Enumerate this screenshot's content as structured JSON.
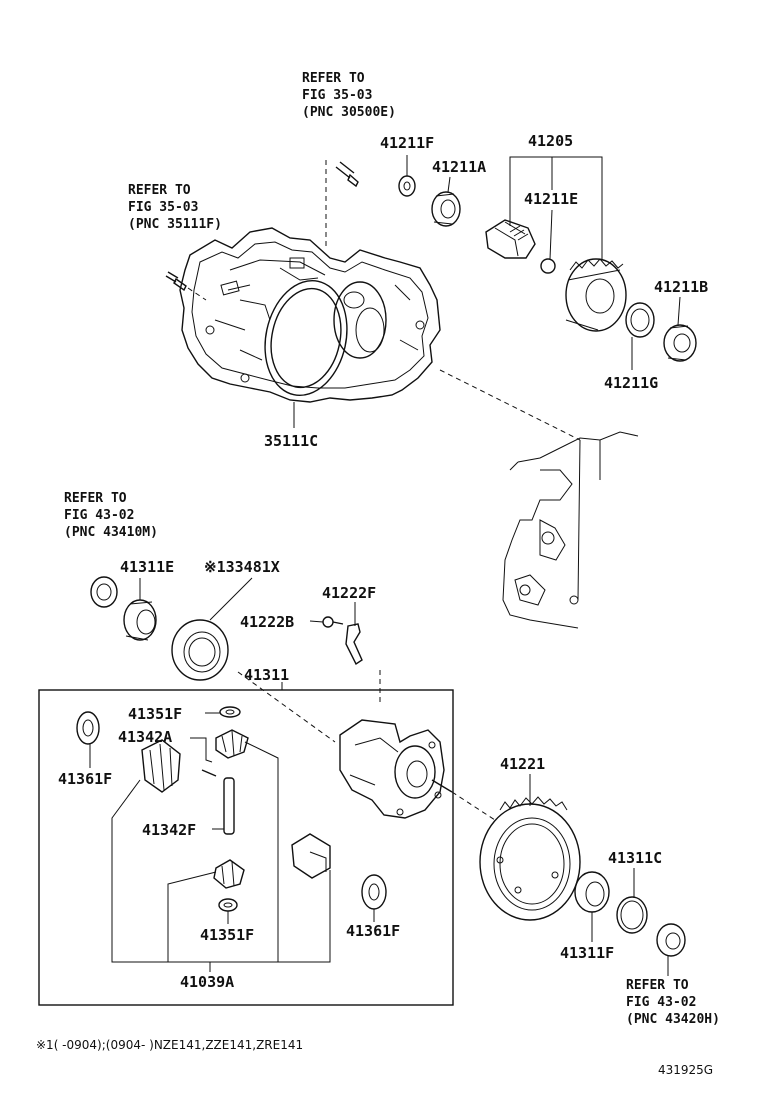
{
  "refer_labels": {
    "top": [
      "REFER TO",
      "FIG 35-03",
      "(PNC 30500E)"
    ],
    "left_upper": [
      "REFER TO",
      "FIG 35-03",
      "(PNC 35111F)"
    ],
    "left_middle": [
      "REFER TO",
      "FIG 43-02",
      "(PNC 43410M)"
    ],
    "bottom_right": [
      "REFER TO",
      "FIG 43-02",
      "(PNC 43420H)"
    ]
  },
  "part_numbers": {
    "p41211F": "41211F",
    "p41205": "41205",
    "p41211A": "41211A",
    "p41211E": "41211E",
    "p41211B": "41211B",
    "p41211G": "41211G",
    "p35111C": "35111C",
    "p41311E": "41311E",
    "p33481X": "※133481X",
    "p41222F": "41222F",
    "p41222B": "41222B",
    "p41311": "41311",
    "p41351F_top": "41351F",
    "p41342A": "41342A",
    "p41361F_left": "41361F",
    "p41221": "41221",
    "p41342F": "41342F",
    "p41311C": "41311C",
    "p41351F_bottom": "41351F",
    "p41361F_right": "41361F",
    "p41311F": "41311F",
    "p41039A": "41039A"
  },
  "footnote": "※1(    -0904);(0904-      )NZE141,ZZE141,ZRE141",
  "figure_code": "431925G"
}
